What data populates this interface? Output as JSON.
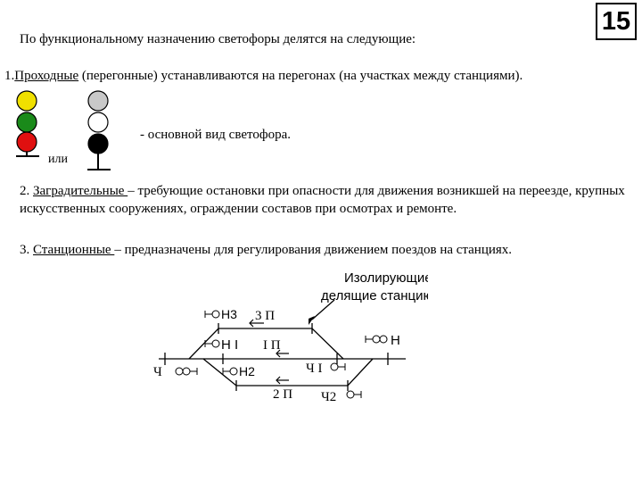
{
  "slide_number": "15",
  "intro": "По функциональному назначению светофоры делятся на следующие:",
  "item1": {
    "num": "1.",
    "term": "Проходные",
    "rest": " (перегонные) устанавливаются на перегонах (на участках между станциями)."
  },
  "signals": {
    "main_view": "- основной вид светофора.",
    "or_text": "или",
    "left_colors": [
      "#f0e000",
      "#1a8a1a",
      "#e01010"
    ],
    "right_colors": [
      "#c8c8c8",
      "#ffffff",
      "#000000"
    ]
  },
  "item2": {
    "num": "2. ",
    "term": "Заградительные ",
    "rest": "– требующие остановки при опасности для движения возникшей на переезде, крупных искусственных сооружениях, ограждении составов при осмотрах и ремонте."
  },
  "item3": {
    "num": "3. ",
    "term": "Станционные ",
    "rest": "– предназначены для регулирования движением поездов на станциях."
  },
  "diagram": {
    "joints_caption_line1": "Изолирующие стыки,",
    "joints_caption_line2": "делящие станцию на участки",
    "signal_N3": "Н3",
    "track_3P": "3 П",
    "signal_N": "Н",
    "signal_NI": "Н I",
    "track_IP": "I П",
    "signal_Ch": "Ч",
    "signal_N2": "Н2",
    "signal_ChI": "Ч I",
    "track_2P": "2 П",
    "signal_Ch2": "Ч2"
  }
}
